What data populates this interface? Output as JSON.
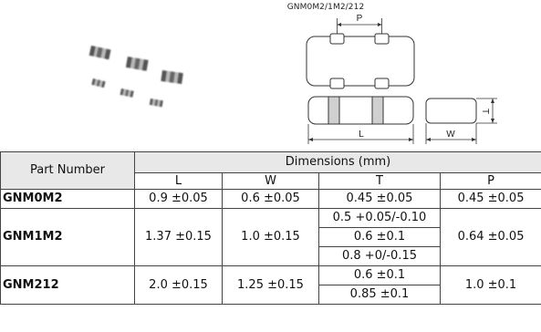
{
  "figure": {
    "title": "GNM0M2/1M2/212",
    "dim_labels": {
      "p": "P",
      "l": "L",
      "w": "W",
      "t": "T"
    }
  },
  "table": {
    "header": {
      "part_number": "Part Number",
      "dimensions": "Dimensions (mm)",
      "columns": [
        "L",
        "W",
        "T",
        "P"
      ]
    },
    "rows": [
      {
        "part": "GNM0M2",
        "L": "0.9 ±0.05",
        "W": "0.6 ±0.05",
        "T": [
          "0.45 ±0.05"
        ],
        "P": "0.45 ±0.05"
      },
      {
        "part": "GNM1M2",
        "L": "1.37 ±0.15",
        "W": "1.0 ±0.15",
        "T": [
          "0.5 +0.05/-0.10",
          "0.6 ±0.1",
          "0.8 +0/-0.15"
        ],
        "P": "0.64 ±0.05"
      },
      {
        "part": "GNM212",
        "L": "2.0 ±0.15",
        "W": "1.25 ±0.15",
        "T": [
          "0.6 ±0.1",
          "0.85 ±0.1"
        ],
        "P": "1.0 ±0.1"
      }
    ]
  }
}
